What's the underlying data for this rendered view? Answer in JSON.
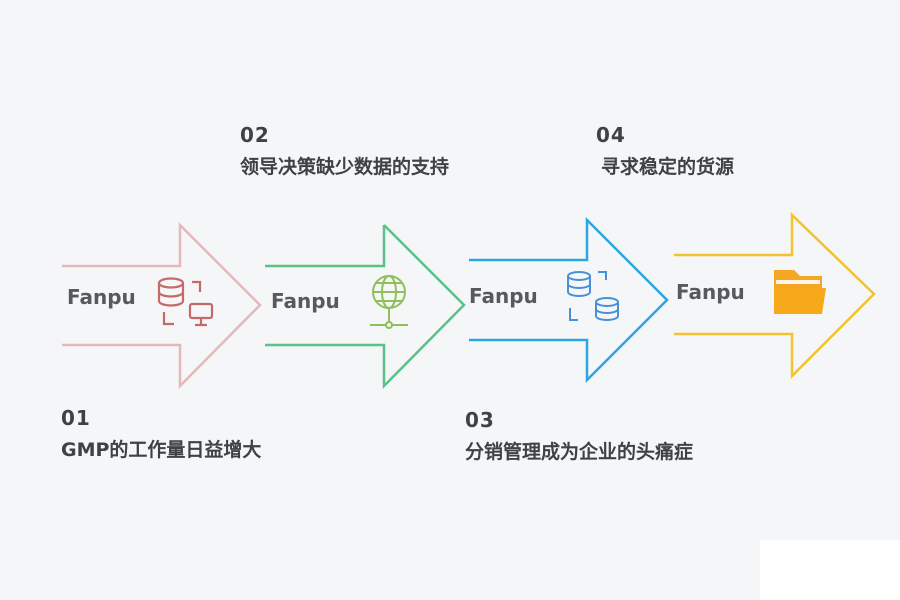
{
  "steps": [
    {
      "number": "01",
      "text": "GMP的工作量日益增大",
      "arrow_label": "Fanpu",
      "color": "#e3b9b9",
      "icon_color": "#c46a6a",
      "icon": "database-monitor-icon"
    },
    {
      "number": "02",
      "text": "领导决策缺少数据的支持",
      "arrow_label": "Fanpu",
      "color": "#5cc08a",
      "icon_color": "#8fbf5a",
      "icon": "globe-network-icon"
    },
    {
      "number": "03",
      "text": "分销管理成为企业的头痛症",
      "arrow_label": "Fanpu",
      "color": "#2aa7e0",
      "icon_color": "#4a90d9",
      "icon": "database-sync-icon"
    },
    {
      "number": "04",
      "text": "寻求稳定的货源",
      "arrow_label": "Fanpu",
      "color": "#f2c230",
      "icon_color": "#f5a623",
      "icon": "folder-icon"
    }
  ]
}
